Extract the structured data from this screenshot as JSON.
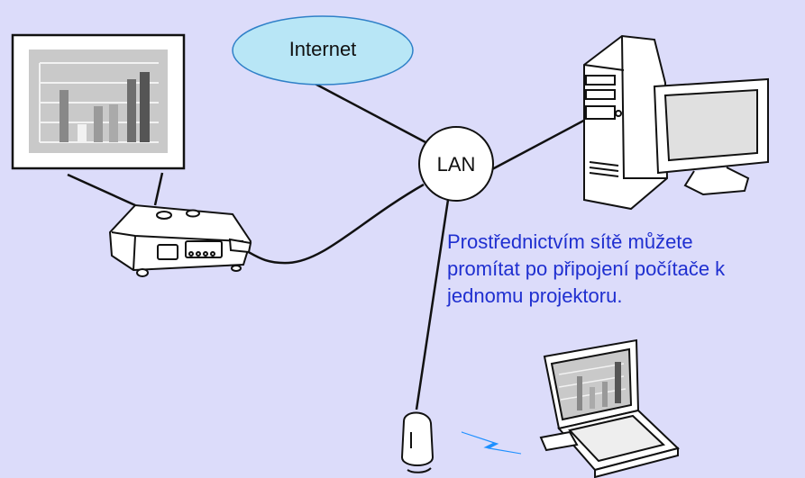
{
  "diagram": {
    "cloud_label": "Internet",
    "hub_label": "LAN",
    "caption_lines": [
      " Prostřednictvím sítě můžete",
      "promítat po připojení počítače k",
      "jednomu projektoru."
    ]
  },
  "colors": {
    "background": "#dcdcfa",
    "cloud_fill": "#b8e6f6",
    "cloud_stroke": "#2f80c8",
    "caption_text": "#1f2fd0",
    "wireless_signal": "#1e90ff",
    "line": "#111111"
  },
  "icons": [
    "projection-screen-icon",
    "projector-icon",
    "desktop-computer-icon",
    "laptop-icon",
    "wireless-access-point-icon",
    "wireless-signal-icon"
  ]
}
